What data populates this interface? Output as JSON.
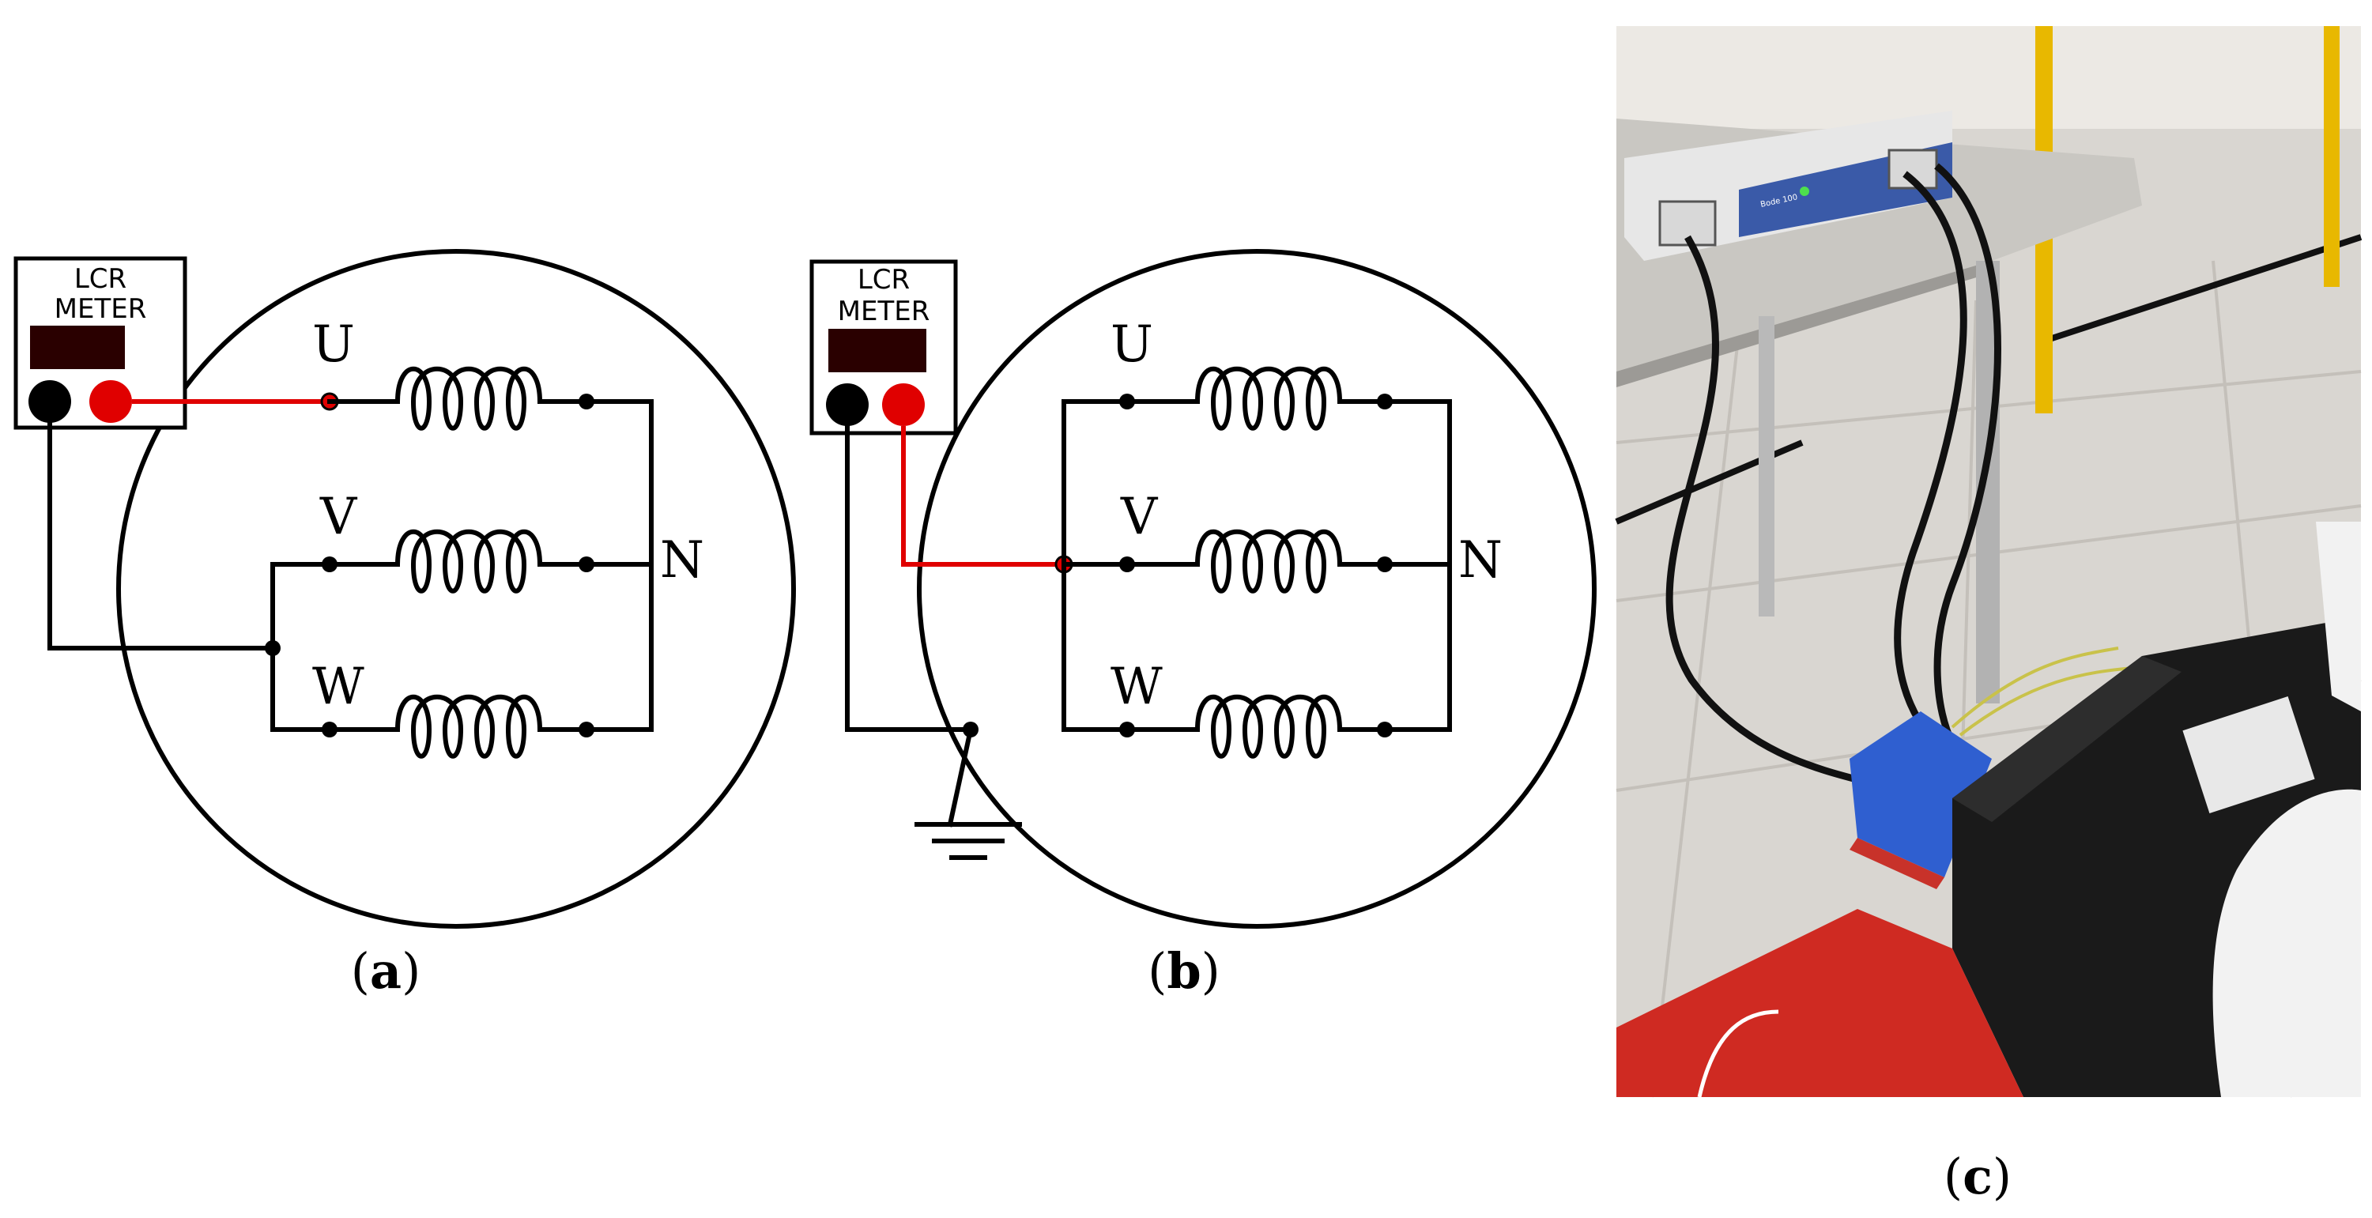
{
  "panels": {
    "a": {
      "caption_open": "(",
      "caption_letter": "a",
      "caption_close": ")",
      "meter": {
        "line1": "LCR",
        "line2": "METER"
      },
      "terminals": {
        "u": "U",
        "v": "V",
        "w": "W",
        "n": "N"
      }
    },
    "b": {
      "caption_open": "(",
      "caption_letter": "b",
      "caption_close": ")",
      "meter": {
        "line1": "LCR",
        "line2": "METER"
      },
      "terminals": {
        "u": "U",
        "v": "V",
        "w": "W",
        "n": "N"
      }
    },
    "c": {
      "caption_open": "(",
      "caption_letter": "c",
      "caption_close": ")",
      "photo_device_label": "Bode 100"
    }
  },
  "colors": {
    "probe_red": "#e00000",
    "probe_black": "#000000",
    "meter_display": "#2a0000",
    "wire": "#000000"
  },
  "icons": [
    "ground-symbol-icon",
    "red-probe-terminal-icon",
    "black-probe-terminal-icon"
  ]
}
